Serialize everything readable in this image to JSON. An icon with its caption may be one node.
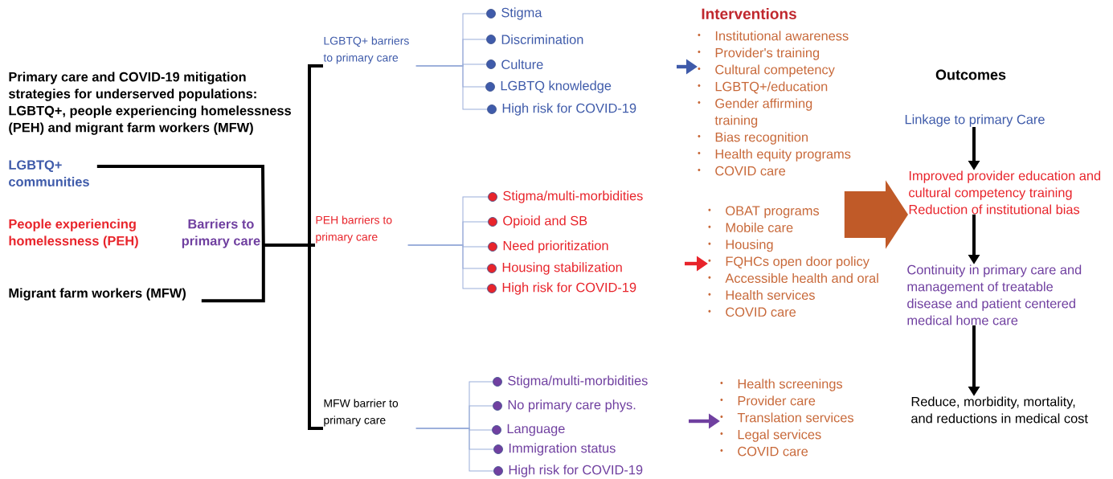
{
  "diagram": {
    "title": "Primary care and COVID-19 mitigation strategies for underserved populations: LGBTQ+, people experiencing homelessness (PEH) and migrant farm workers (MFW)",
    "nodes": [
      {
        "text": [
          "LGBTQ+ communities"
        ]
      },
      {
        "text": [
          "People experiencing homelessness (PEH)"
        ]
      },
      {
        "text": [
          "Migrant farm workers (MFW)"
        ]
      },
      {
        "text": [
          "Barriers to primary care"
        ]
      },
      {
        "text": [
          "LGBTQ+ barriers to primary care"
        ]
      },
      {
        "text": [
          "PEH barriers to primary care"
        ]
      },
      {
        "text": [
          "MFW barrier to primary care"
        ]
      },
      {
        "text": [
          "Stigma"
        ]
      },
      {
        "text": [
          "Discrimination"
        ]
      },
      {
        "text": [
          "Culture"
        ]
      },
      {
        "text": [
          "LGBTQ knowledge"
        ]
      },
      {
        "text": [
          "High risk for COVID-19"
        ]
      },
      {
        "text": [
          "Stigma/multi-morbidities"
        ]
      },
      {
        "text": [
          "Opioid and SB"
        ]
      },
      {
        "text": [
          "Need prioritization"
        ]
      },
      {
        "text": [
          "Housing stabilization"
        ]
      },
      {
        "text": [
          "High risk for COVID-19"
        ]
      },
      {
        "text": [
          "Stigma/multi-morbidities"
        ]
      },
      {
        "text": [
          "No primary care phys."
        ]
      },
      {
        "text": [
          "Language"
        ]
      },
      {
        "text": [
          "Immigration status"
        ]
      },
      {
        "text": [
          "High risk for COVID-19"
        ]
      },
      {
        "text": [
          "Institutional awareness",
          "Provider's training",
          "Cultural competency",
          "LGBTQ+/education",
          "Gender affirming training",
          "Bias recognition",
          "Health equity programs",
          "COVID care"
        ]
      },
      {
        "text": [
          "OBAT programs",
          "Mobile care",
          "Housing",
          "FQHCs open door policy",
          "Accessible health and oral",
          "Health services",
          "COVID care"
        ]
      },
      {
        "text": [
          "Health screenings",
          "Provider care",
          "Translation services",
          "Legal services",
          "COVID care"
        ]
      },
      {
        "text": [
          "Linkage to primary Care"
        ]
      },
      {
        "text": [
          "Improved provider education and cultural competency training",
          "Reduction of institutional bias"
        ]
      },
      {
        "text": [
          "Continuity in primary care and management of treatable disease and patient centered medical home care"
        ]
      },
      {
        "text": [
          "Reduce, morbidity, mortality, and reductions in medical cost"
        ]
      }
    ],
    "edges": [
      {
        "from": 0,
        "to": 3,
        "arrow": "none",
        "style": "thick",
        "color": "#000000"
      },
      {
        "from": 2,
        "to": 3,
        "arrow": "none",
        "style": "thick",
        "color": "#000000"
      },
      {
        "from": 3,
        "to": 4,
        "arrow": "none",
        "style": "thick",
        "color": "#000000"
      },
      {
        "from": 3,
        "to": 5,
        "arrow": "none",
        "style": "thick",
        "color": "#000000"
      },
      {
        "from": 3,
        "to": 6,
        "arrow": "none",
        "style": "thick",
        "color": "#000000"
      },
      {
        "from": 4,
        "to": 7,
        "arrow": "none"
      },
      {
        "from": 4,
        "to": 8,
        "arrow": "none"
      },
      {
        "from": 4,
        "to": 9,
        "arrow": "none"
      },
      {
        "from": 4,
        "to": 10,
        "arrow": "none"
      },
      {
        "from": 4,
        "to": 11,
        "arrow": "none"
      },
      {
        "from": 5,
        "to": 12,
        "arrow": "none"
      },
      {
        "from": 5,
        "to": 13,
        "arrow": "none"
      },
      {
        "from": 5,
        "to": 14,
        "arrow": "none"
      },
      {
        "from": 5,
        "to": 15,
        "arrow": "none"
      },
      {
        "from": 5,
        "to": 16,
        "arrow": "none"
      },
      {
        "from": 6,
        "to": 17,
        "arrow": "none"
      },
      {
        "from": 6,
        "to": 18,
        "arrow": "none"
      },
      {
        "from": 6,
        "to": 19,
        "arrow": "none"
      },
      {
        "from": 6,
        "to": 20,
        "arrow": "none"
      },
      {
        "from": 6,
        "to": 21,
        "arrow": "none"
      },
      {
        "from": null,
        "to": 22,
        "arrow": "to",
        "style": "thick",
        "color": "#3f5baa"
      },
      {
        "from": null,
        "to": 23,
        "arrow": "to",
        "style": "thick",
        "color": "#e8242b"
      },
      {
        "from": null,
        "to": 24,
        "arrow": "to",
        "style": "thick",
        "color": "#7040a0"
      },
      {
        "from": 23,
        "to": 26,
        "arrow": "to",
        "style": "thick",
        "color": "#c05a28"
      },
      {
        "from": 25,
        "to": 26,
        "arrow": "to",
        "style": "thick",
        "color": "#000000"
      },
      {
        "from": 26,
        "to": 27,
        "arrow": "to",
        "style": "thick",
        "color": "#000000"
      },
      {
        "from": 27,
        "to": 28,
        "arrow": "to",
        "style": "thick",
        "color": "#000000"
      }
    ],
    "labels": [
      "Interventions",
      "Outcomes"
    ]
  }
}
